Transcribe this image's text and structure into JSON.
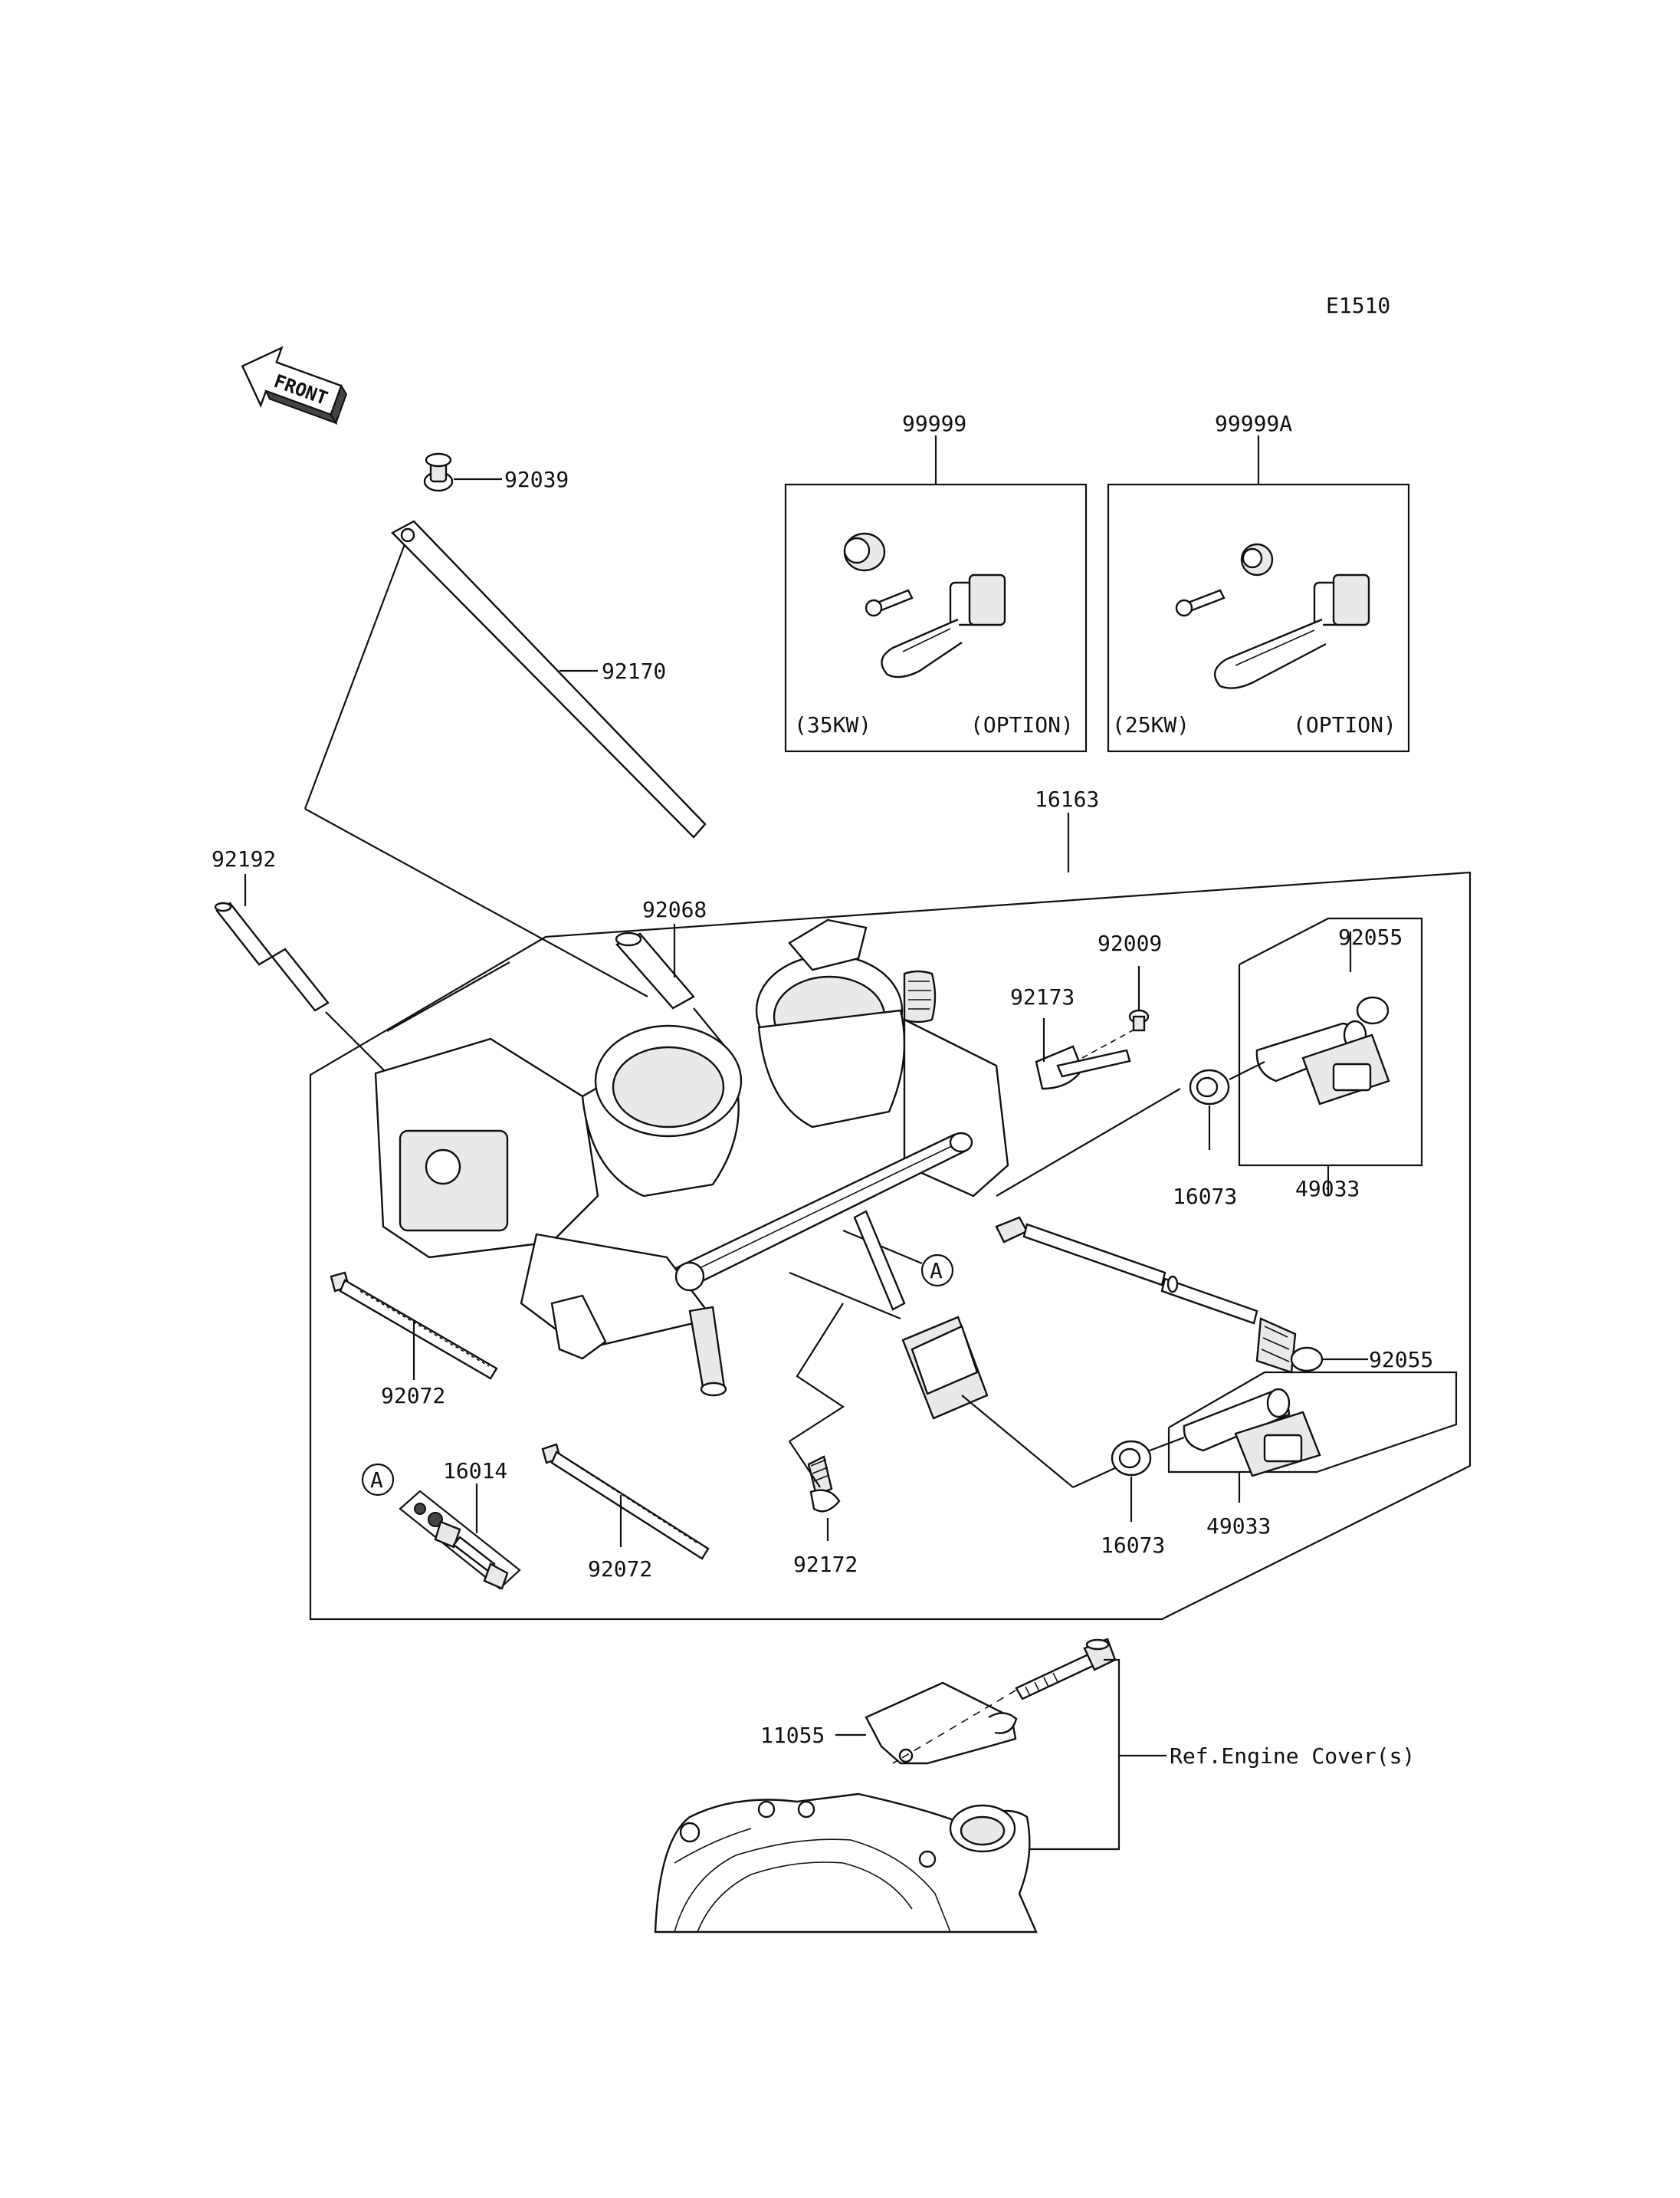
{
  "diagram_code": "E1510",
  "front_label": "FRONT",
  "parts": {
    "p92039": "92039",
    "p92170": "92170",
    "p92192": "92192",
    "p92068": "92068",
    "p16163": "16163",
    "p92009": "92009",
    "p92173": "92173",
    "p92055_top": "92055",
    "p92055_bot": "92055",
    "p16073_top": "16073",
    "p16073_bot": "16073",
    "p49033_top": "49033",
    "p49033_bot": "49033",
    "p92072_left": "92072",
    "p92072_mid": "92072",
    "p16014": "16014",
    "p92172": "92172",
    "p11055": "11055",
    "p99999": "99999",
    "p99999A": "99999A"
  },
  "kits": {
    "kit1_power": "(35KW)",
    "kit1_note": "(OPTION)",
    "kit2_power": "(25KW)",
    "kit2_note": "(OPTION)"
  },
  "ref_marker_a1": "A",
  "ref_marker_a2": "A",
  "reference_note": "Ref.Engine Cover(s)"
}
